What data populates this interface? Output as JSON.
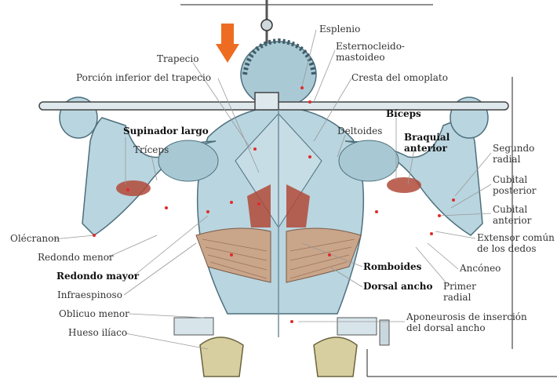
{
  "colors": {
    "skin": "#b9d5df",
    "skin_dark": "#7fa7b8",
    "muscle_red": "#b04a3a",
    "muscle_tan": "#c9a58a",
    "bone": "#d8cfa0",
    "arrow": "#ee6c22",
    "leader": "#999999",
    "dot": "#e02b2b"
  },
  "labels": {
    "esplenio": "Esplenio",
    "esternocleido": "Esternocleido-\nmastoideo",
    "trapecio": "Trapecio",
    "porcion_inferior": "Porción inferior del trapecio",
    "cresta": "Cresta del omoplato",
    "supinador": "Supinador largo",
    "triceps": "Tríceps",
    "deltoides": "Deltoides",
    "biceps": "Bíceps",
    "braquial": "Braquial\nanterior",
    "segundo_radial": "Segundo\nradial",
    "cubital_posterior": "Cubital\nposterior",
    "cubital_anterior": "Cubital\nanterior",
    "olecranon": "Olécranon",
    "redondo_menor": "Redondo menor",
    "redondo_mayor": "Redondo mayor",
    "infraespinoso": "Infraespinoso",
    "oblicuo": "Oblicuo menor",
    "hueso_iliaco": "Hueso ilíaco",
    "extensor": "Extensor común\nde los dedos",
    "ancono": "Ancóneo",
    "romboides": "Romboides",
    "dorsal": "Dorsal ancho",
    "primer_radial": "Primer\nradial",
    "aponeurosis": "Aponeurosis de inserción\ndel dorsal ancho"
  }
}
